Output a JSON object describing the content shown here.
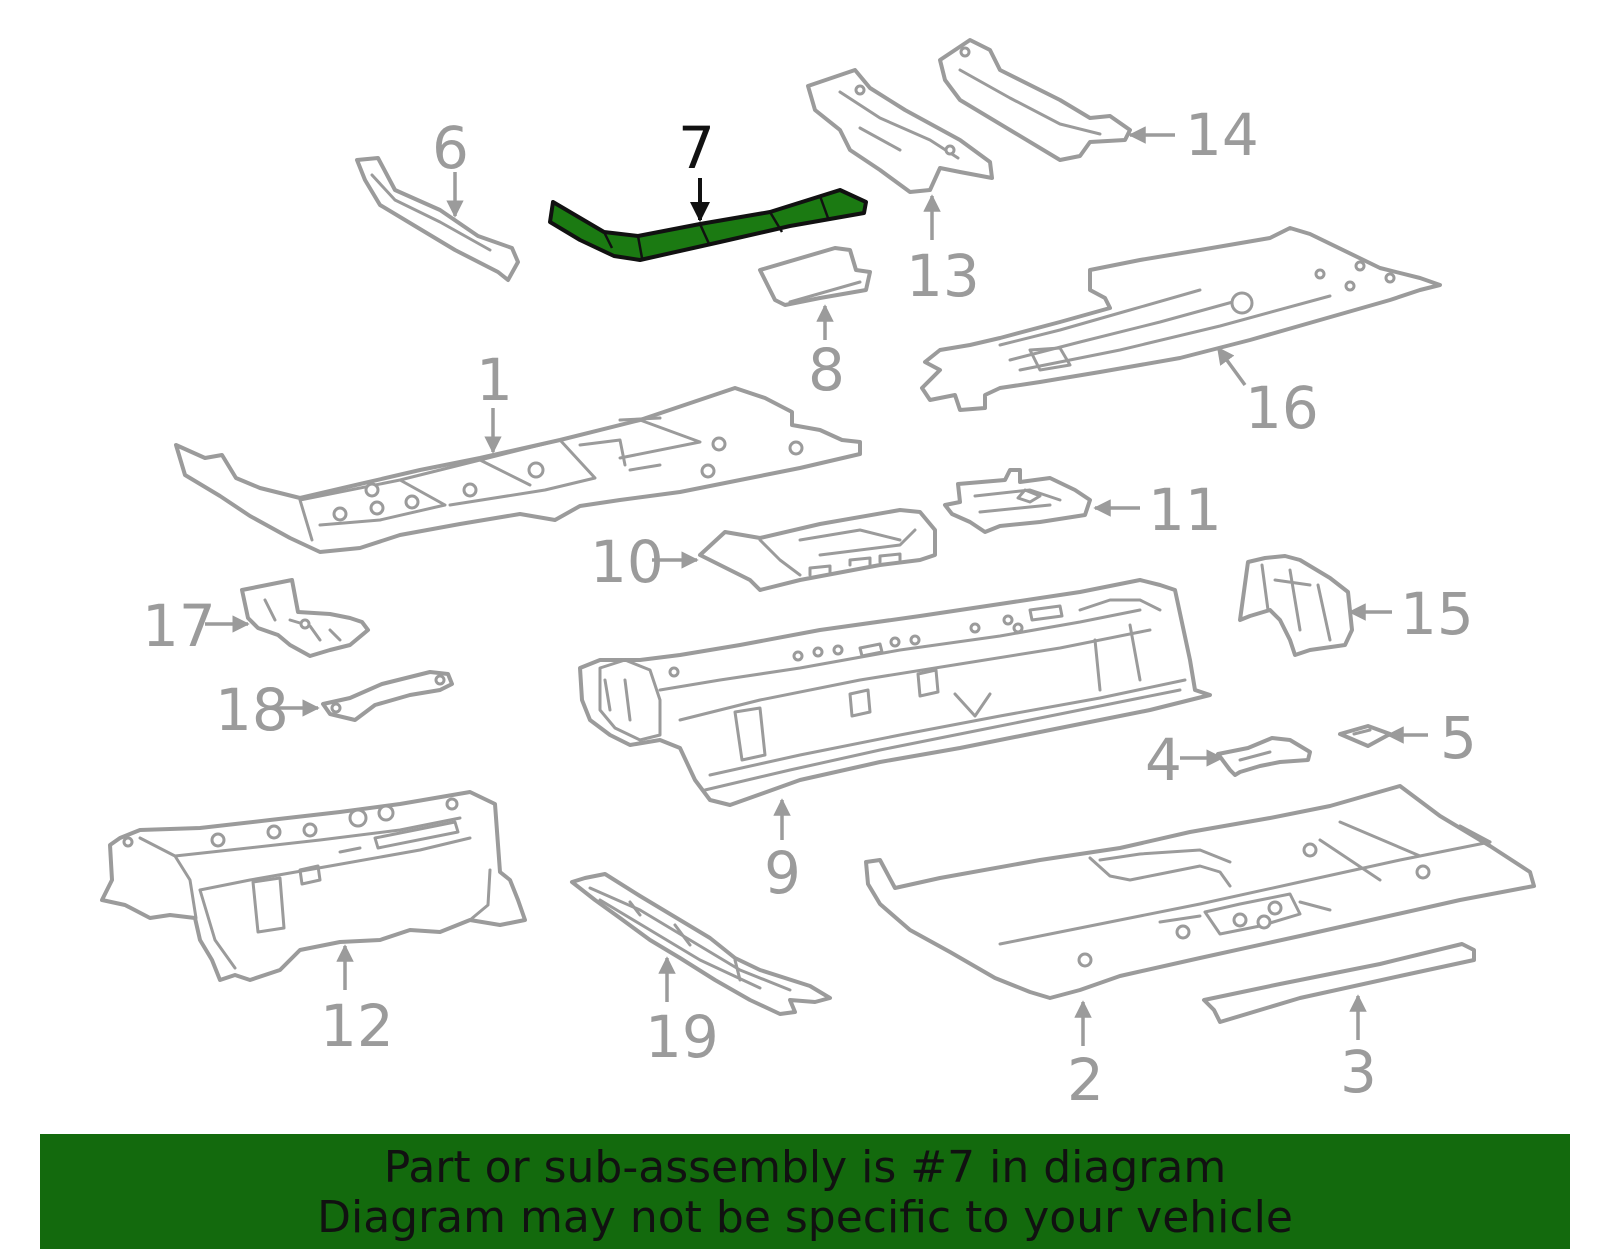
{
  "diagram": {
    "highlight_color": "#1b7a12",
    "part_color": "#9b9b9b",
    "callouts": {
      "c1": "1",
      "c2": "2",
      "c3": "3",
      "c4": "4",
      "c5": "5",
      "c6": "6",
      "c7": "7",
      "c8": "8",
      "c9": "9",
      "c10": "10",
      "c11": "11",
      "c12": "12",
      "c13": "13",
      "c14": "14",
      "c15": "15",
      "c16": "16",
      "c17": "17",
      "c18": "18",
      "c19": "19"
    },
    "highlighted_part": "7"
  },
  "banner": {
    "background": "#136a0d",
    "line1": "Part or sub-assembly is #7 in diagram",
    "line2": "Diagram may not be specific to your vehicle"
  }
}
